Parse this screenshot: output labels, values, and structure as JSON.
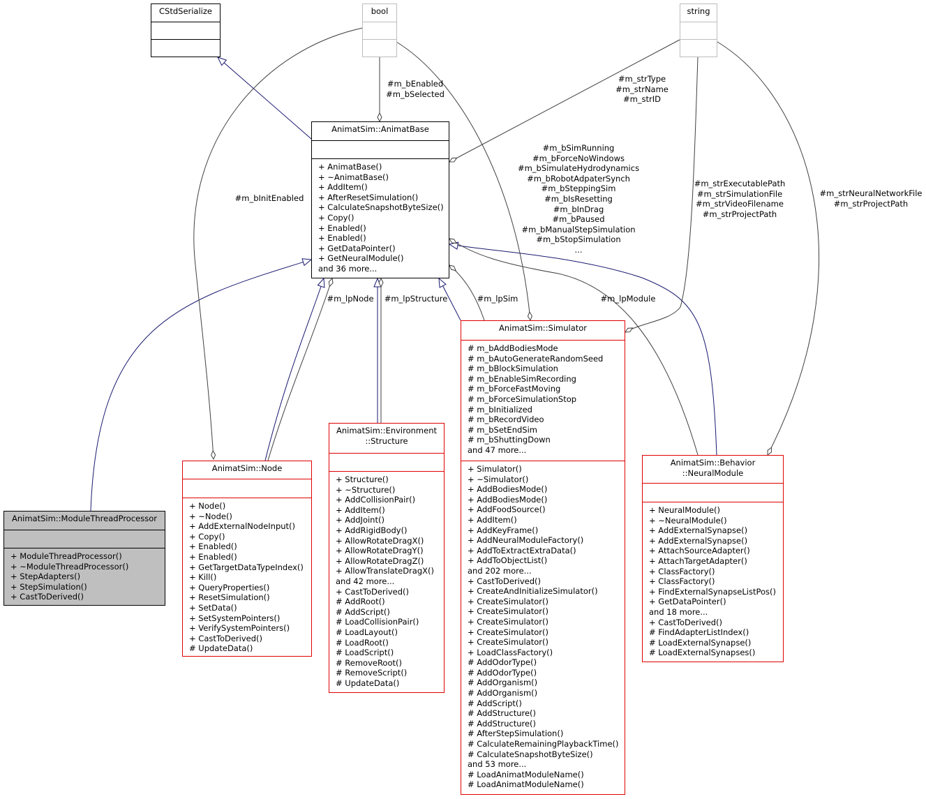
{
  "classes": {
    "cstdserialize": {
      "name": "CStdSerialize"
    },
    "bool": {
      "name": "bool"
    },
    "string": {
      "name": "string"
    },
    "animatbase": {
      "name": "AnimatSim::AnimatBase",
      "methods": [
        "+ AnimatBase()",
        "+ ~AnimatBase()",
        "+ AddItem()",
        "+ AfterResetSimulation()",
        "+ CalculateSnapshotByteSize()",
        "+ Copy()",
        "+ Enabled()",
        "+ Enabled()",
        "+ GetDataPointer()",
        "+ GetNeuralModule()",
        "and 36 more..."
      ]
    },
    "modulethreadprocessor": {
      "name": "AnimatSim::ModuleThreadProcessor",
      "methods": [
        "+ ModuleThreadProcessor()",
        "+ ~ModuleThreadProcessor()",
        "+ StepAdapters()",
        "+ StepSimulation()",
        "+ CastToDerived()"
      ]
    },
    "node": {
      "name": "AnimatSim::Node",
      "methods": [
        "+ Node()",
        "+ ~Node()",
        "+ AddExternalNodeInput()",
        "+ Copy()",
        "+ Enabled()",
        "+ Enabled()",
        "+ GetTargetDataTypeIndex()",
        "+ Kill()",
        "+ QueryProperties()",
        "+ ResetSimulation()",
        "+ SetData()",
        "+ SetSystemPointers()",
        "+ VerifySystemPointers()",
        "+ CastToDerived()",
        "# UpdateData()"
      ]
    },
    "structure": {
      "name_line1": "AnimatSim::Environment",
      "name_line2": "::Structure",
      "methods": [
        "+ Structure()",
        "+ ~Structure()",
        "+ AddCollisionPair()",
        "+ AddItem()",
        "+ AddJoint()",
        "+ AddRigidBody()",
        "+ AllowRotateDragX()",
        "+ AllowRotateDragY()",
        "+ AllowRotateDragZ()",
        "+ AllowTranslateDragX()",
        "and 42 more...",
        "+ CastToDerived()",
        "# AddRoot()",
        "# AddScript()",
        "# LoadCollisionPair()",
        "# LoadLayout()",
        "# LoadRoot()",
        "# LoadScript()",
        "# RemoveRoot()",
        "# RemoveScript()",
        "# UpdateData()"
      ]
    },
    "simulator": {
      "name": "AnimatSim::Simulator",
      "attributes": [
        "# m_bAddBodiesMode",
        "# m_bAutoGenerateRandomSeed",
        "# m_bBlockSimulation",
        "# m_bEnableSimRecording",
        "# m_bForceFastMoving",
        "# m_bForceSimulationStop",
        "# m_bInitialized",
        "# m_bRecordVideo",
        "# m_bSetEndSim",
        "# m_bShuttingDown",
        "and 47 more..."
      ],
      "methods": [
        "+ Simulator()",
        "+ ~Simulator()",
        "+ AddBodiesMode()",
        "+ AddBodiesMode()",
        "+ AddFoodSource()",
        "+ AddItem()",
        "+ AddKeyFrame()",
        "+ AddNeuralModuleFactory()",
        "+ AddToExtractExtraData()",
        "+ AddToObjectList()",
        "and 202 more...",
        "+ CastToDerived()",
        "+ CreateAndInitializeSimulator()",
        "+ CreateSimulator()",
        "+ CreateSimulator()",
        "+ CreateSimulator()",
        "+ CreateSimulator()",
        "+ CreateSimulator()",
        "+ LoadClassFactory()",
        "# AddOdorType()",
        "# AddOdorType()",
        "# AddOrganism()",
        "# AddOrganism()",
        "# AddScript()",
        "# AddStructure()",
        "# AddStructure()",
        "# AfterStepSimulation()",
        "# CalculateRemainingPlaybackTime()",
        "# CalculateSnapshotByteSize()",
        "and 53 more...",
        "# LoadAnimatModuleName()",
        "# LoadAnimatModuleName()"
      ]
    },
    "neuralmodule": {
      "name_line1": "AnimatSim::Behavior",
      "name_line2": "::NeuralModule",
      "methods": [
        "+ NeuralModule()",
        "+ ~NeuralModule()",
        "+ AddExternalSynapse()",
        "+ AddExternalSynapse()",
        "+ AttachSourceAdapter()",
        "+ AttachTargetAdapter()",
        "+ ClassFactory()",
        "+ ClassFactory()",
        "+ FindExternalSynapseListPos()",
        "+ GetDataPointer()",
        "and 18 more...",
        "+ CastToDerived()",
        "# FindAdapterListIndex()",
        "# LoadExternalSynapse()",
        "# LoadExternalSynapses()"
      ]
    }
  },
  "edge_labels": {
    "bool_to_animatbase": [
      "#m_bEnabled",
      "#m_bSelected"
    ],
    "string_to_animatbase": [
      "#m_strType",
      "#m_strName",
      "#m_strID"
    ],
    "bool_to_simulator": [
      "#m_bSimRunning",
      "#m_bForceNoWindows",
      "#m_bSimulateHydrodynamics",
      "#m_bRobotAdpaterSynch",
      "#m_bSteppingSim",
      "#m_bIsResetting",
      "#m_bInDrag",
      "#m_bPaused",
      "#m_bManualStepSimulation",
      "#m_bStopSimulation",
      "..."
    ],
    "string_to_simulator": [
      "#m_strExecutablePath",
      "#m_strSimulationFile",
      "#m_strVideoFilename",
      "#m_strProjectPath"
    ],
    "string_to_neuralmodule": [
      "#m_strNeuralNetworkFile",
      "#m_strProjectPath"
    ],
    "bool_to_node": "#m_bInitEnabled",
    "lpnode": "#m_lpNode",
    "lpstructure": "#m_lpStructure",
    "lpsim": "#m_lpSim",
    "lpmodule": "#m_lpModule"
  },
  "colors": {
    "inheritance": "#191970",
    "usage": "#404040",
    "class_border_highlight": "#e00000",
    "class_border_external": "#bdbdbd",
    "focus_fill": "#bfbfbf"
  }
}
